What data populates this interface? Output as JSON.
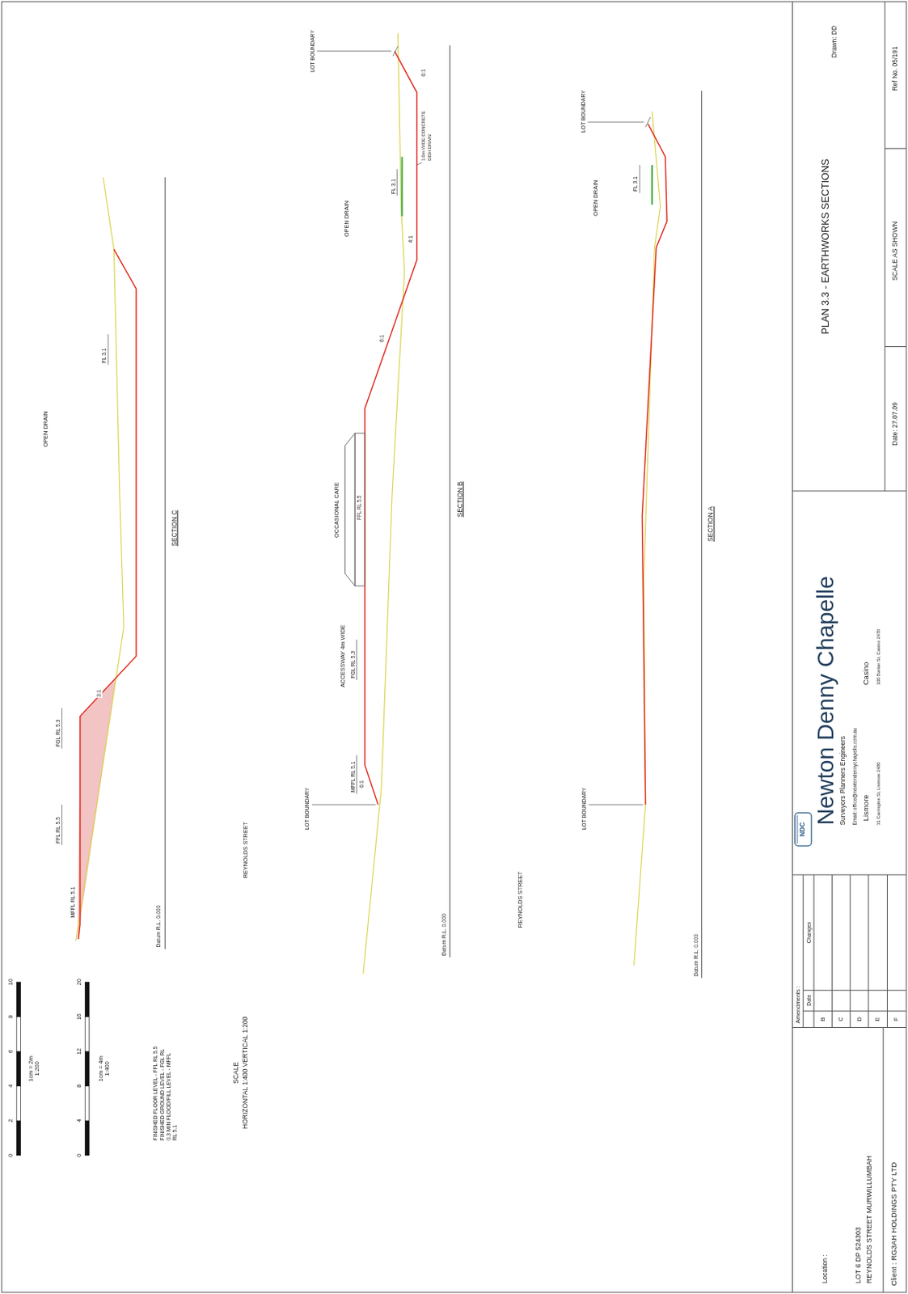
{
  "diagram": {
    "nodes": [
      {
        "text": [
          "Client : RG3AH HOLDINGS PTY LTD"
        ]
      },
      {
        "text": [
          "Location :",
          "LOT 6 DP 524303",
          "REYNOLDS STREET MURWILLUMBAH"
        ]
      },
      {
        "text": [
          "Amendments :"
        ]
      },
      {
        "text": [
          "Newton Denny Chapelle",
          "Surveyors Planners Engineers",
          "Email: office@newtondennychapelle.com.au",
          "Lismore",
          "31 Carrington St, Lismore 2480",
          "Casino",
          "100 Barker St, Casino 2470"
        ]
      },
      {
        "text": [
          "PLAN 3.3 - EARTHWORKS SECTIONS",
          "Drawn: DD"
        ]
      },
      {
        "text": [
          "Date: 27.07.09"
        ]
      },
      {
        "text": [
          "SCALE AS SHOWN"
        ]
      },
      {
        "text": [
          "Ref No. 05/191"
        ]
      }
    ],
    "labels": [
      "0",
      "2",
      "4",
      "6",
      "8",
      "10",
      "1cm = 2m",
      "1:200",
      "0",
      "4",
      "8",
      "12",
      "16",
      "20",
      "1cm = 4m",
      "1:400",
      "FINISHED FLOOR LEVEL - FFL RL 5.5",
      "FINISHED GROUND LEVEL - FGL RL",
      "0.3 MIN FLOOD/FILL LEVEL - MFFL",
      "RL 5.1",
      "SCALE",
      "HORIZONTAL 1:400 VERTICAL 1:200",
      "Datum R.L. 0.000",
      "SECTION C",
      "MFFL RL 5.1",
      "FFL RL 5.5",
      "FGL RL 5.3",
      "3:1",
      "OPEN DRAIN",
      "FL 3.1",
      "REYNOLDS STREET",
      "Datum R.L. 0.000",
      "SECTION B",
      "LOT BOUNDARY",
      "6:1",
      "MFFL RL 5.1",
      "ACCESSWAY 4m WIDE",
      "FGL RL 5.3",
      "OCCASIONAL CARE",
      "FFL RL 5.5",
      "6:1",
      "4:1",
      "OPEN DRAIN",
      "FL 3.1",
      "1.0m WIDE CONCRETE",
      "DISH DRAIN",
      "6:1",
      "LOT BOUNDARY",
      "REYNOLDS STREET",
      "Datum R.L. 0.000",
      "SECTION A",
      "LOT BOUNDARY",
      "OPEN DRAIN",
      "FL 3.1",
      "LOT BOUNDARY",
      "Date",
      "Changes",
      "B",
      "C",
      "D",
      "E",
      "F",
      "NDC"
    ]
  }
}
